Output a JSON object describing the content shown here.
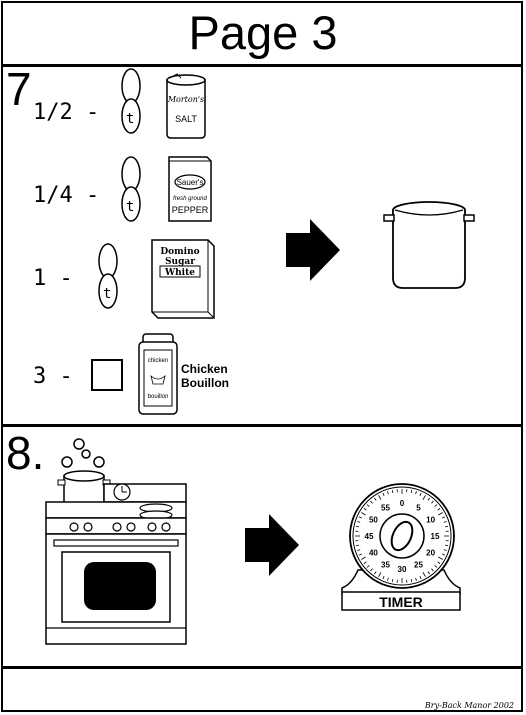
{
  "page": {
    "title": "Page 3",
    "credit": "Bry-Back Manor 2002"
  },
  "step7": {
    "number": "7",
    "rows": [
      {
        "amount": "1/2 -",
        "spoon_letter": "t",
        "item": "salt",
        "label_brand": "Morton's",
        "label_text": "SALT"
      },
      {
        "amount": "1/4 -",
        "spoon_letter": "t",
        "item": "pepper",
        "label_brand": "Sauer's",
        "label_sub": "fresh ground",
        "label_text": "PEPPER"
      },
      {
        "amount": "1 -",
        "spoon_letter": "t",
        "item": "sugar",
        "label_brand": "Domino",
        "label_line2": "Sugar",
        "label_text": "White"
      },
      {
        "amount": "3 -",
        "item": "chicken-bouillon",
        "jar_top": "chicken",
        "jar_bottom": "bouillon",
        "name_line1": "Chicken",
        "name_line2": "Bouillon"
      }
    ]
  },
  "step8": {
    "number": "8.",
    "timer_label": "TIMER",
    "timer_numbers": [
      "0",
      "5",
      "10",
      "15",
      "20",
      "25",
      "30",
      "35",
      "40",
      "45",
      "50",
      "55"
    ]
  }
}
